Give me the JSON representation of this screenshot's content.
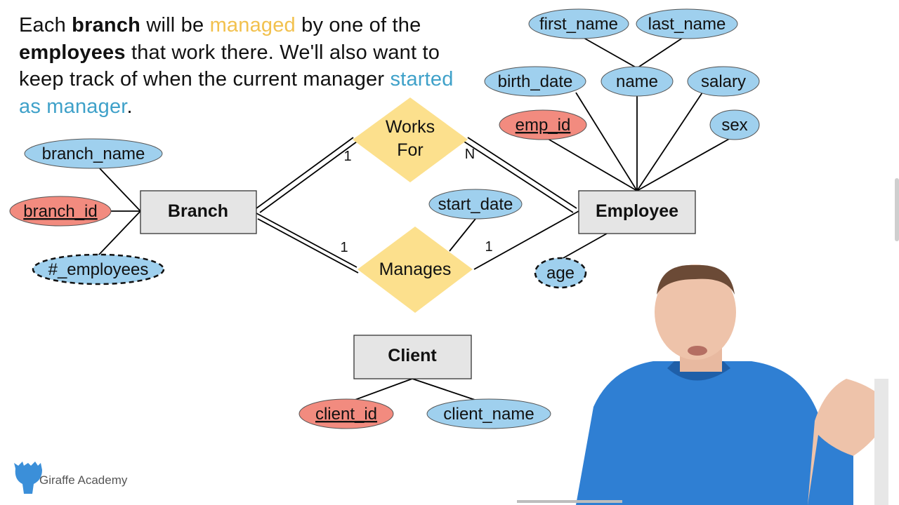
{
  "caption": {
    "p1": "Each ",
    "p2": "branch",
    "p3": " will be ",
    "p4": "managed",
    "p5": " by one of the ",
    "p6": "employees",
    "p7": " that work there. We'll also want to keep track of when the current manager ",
    "p8": "started as manager",
    "p9": "."
  },
  "entities": {
    "branch": "Branch",
    "employee": "Employee",
    "client": "Client"
  },
  "relationships": {
    "works_for_line1": "Works",
    "works_for_line2": "For",
    "manages": "Manages"
  },
  "attributes": {
    "first_name": "first_name",
    "last_name": "last_name",
    "birth_date": "birth_date",
    "name": "name",
    "salary": "salary",
    "emp_id": "emp_id",
    "sex": "sex",
    "branch_name": "branch_name",
    "branch_id": "branch_id",
    "num_employees": "#_employees",
    "start_date": "start_date",
    "age": "age",
    "client_id": "client_id",
    "client_name": "client_name"
  },
  "cardinality": {
    "works_branch": "1",
    "works_employee": "N",
    "manages_branch": "1",
    "manages_employee": "1"
  },
  "brand": {
    "name": "Giraffe Academy"
  },
  "colors": {
    "attribute_blue": "#9fd0ee",
    "key_red": "#f28b7f",
    "relationship_yellow": "#fce08d",
    "entity_gray": "#e5e5e5",
    "highlight_orange": "#f2c14e",
    "highlight_blue": "#3fa1c9",
    "shirt_blue": "#2f7fd3",
    "logo_blue": "#3b8fd9"
  }
}
